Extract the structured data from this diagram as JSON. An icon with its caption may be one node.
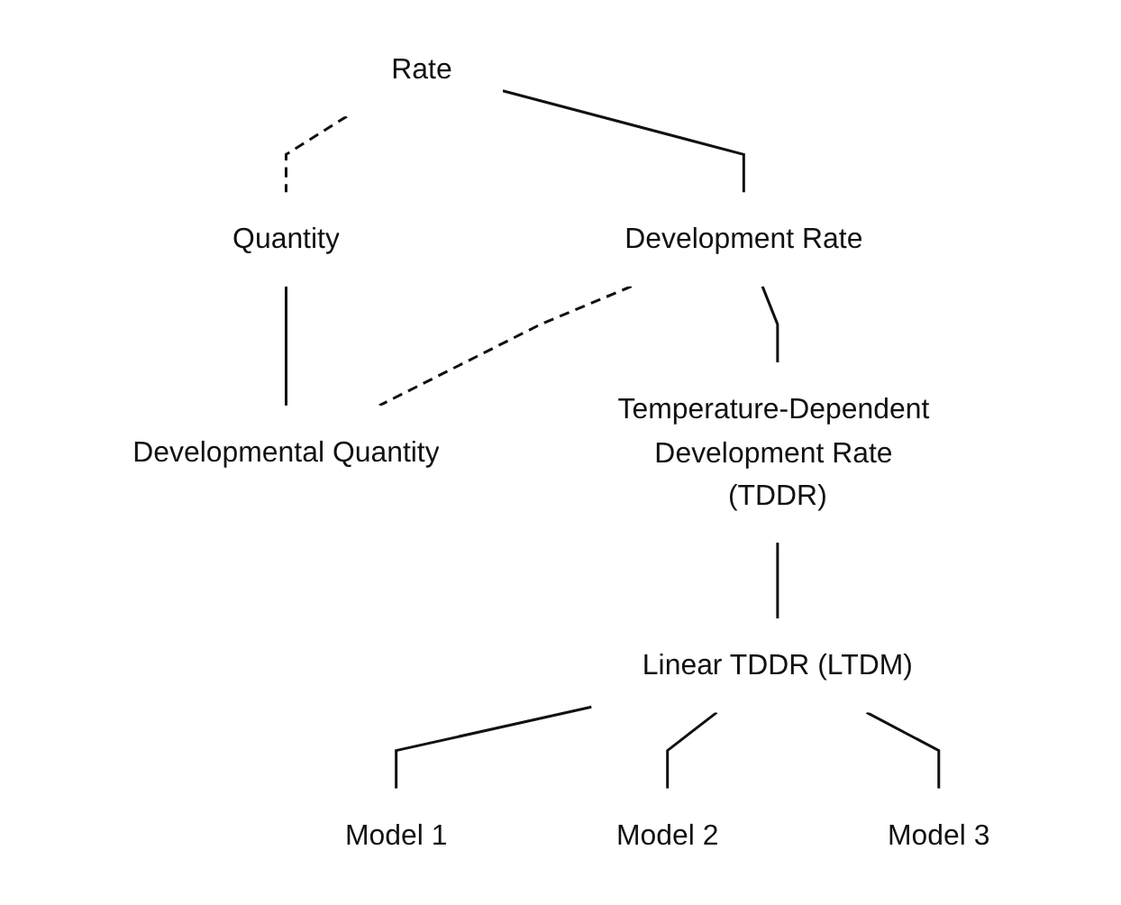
{
  "diagram": {
    "nodes": [
      {
        "text": [
          "Rate"
        ]
      },
      {
        "text": [
          "Quantity"
        ]
      },
      {
        "text": [
          "Development Rate"
        ]
      },
      {
        "text": [
          "Developmental Quantity"
        ]
      },
      {
        "text": [
          "Temperature-Dependent Development Rate (TDDR)"
        ]
      },
      {
        "text": [
          "Linear TDDR (LTDM)"
        ]
      },
      {
        "text": [
          "Model 1"
        ]
      },
      {
        "text": [
          "Model 2"
        ]
      },
      {
        "text": [
          "Model 3"
        ]
      }
    ],
    "edges": [
      {
        "from": 0,
        "to": 1,
        "arrow": "none",
        "style": "dashed"
      },
      {
        "from": 0,
        "to": 2,
        "arrow": "none"
      },
      {
        "from": 1,
        "to": 3,
        "arrow": "none"
      },
      {
        "from": 2,
        "to": 3,
        "arrow": "none",
        "style": "dashed"
      },
      {
        "from": 2,
        "to": 4,
        "arrow": "none"
      },
      {
        "from": 4,
        "to": 5,
        "arrow": "none"
      },
      {
        "from": 5,
        "to": 6,
        "arrow": "none"
      },
      {
        "from": 5,
        "to": 7,
        "arrow": "none"
      },
      {
        "from": 5,
        "to": 8,
        "arrow": "none"
      }
    ]
  }
}
